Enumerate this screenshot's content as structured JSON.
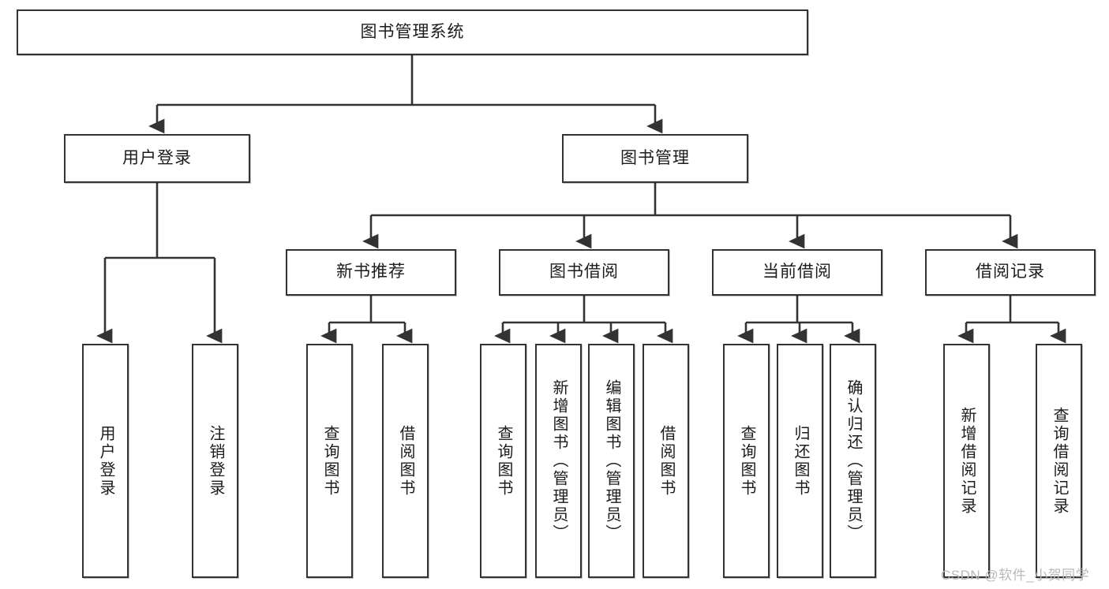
{
  "diagram": {
    "title": "图书管理系统",
    "type": "tree-hierarchy",
    "watermark": "CSDN @软件_小贺同学",
    "colors": {
      "box_border": "#333333",
      "box_fill": "#ffffff",
      "edge": "#333333",
      "text": "#1c1c1c",
      "watermark": "#b9b9b9"
    },
    "nodes": {
      "root": {
        "label": "图书管理系统"
      },
      "level2": [
        {
          "id": "user-login",
          "label": "用户登录"
        },
        {
          "id": "book-manage",
          "label": "图书管理"
        }
      ],
      "level3": [
        {
          "id": "new-book-rec",
          "label": "新书推荐"
        },
        {
          "id": "book-borrow",
          "label": "图书借阅"
        },
        {
          "id": "current-borrow",
          "label": "当前借阅"
        },
        {
          "id": "borrow-record",
          "label": "借阅记录"
        }
      ],
      "leaves": {
        "user_login": [
          {
            "id": "leaf-user-login",
            "label": "用户登录"
          },
          {
            "id": "leaf-logout-login",
            "label": "注销登录"
          }
        ],
        "new_book_rec": [
          {
            "id": "leaf-query-book-1",
            "label": "查询图书"
          },
          {
            "id": "leaf-borrow-book-1",
            "label": "借阅图书"
          }
        ],
        "book_borrow": [
          {
            "id": "leaf-query-book-2",
            "label": "查询图书"
          },
          {
            "id": "leaf-add-book",
            "label": "新增图书（管理员）"
          },
          {
            "id": "leaf-edit-book",
            "label": "编辑图书（管理员）"
          },
          {
            "id": "leaf-borrow-book-2",
            "label": "借阅图书"
          }
        ],
        "current_borrow": [
          {
            "id": "leaf-query-book-3",
            "label": "查询图书"
          },
          {
            "id": "leaf-return-book",
            "label": "归还图书"
          },
          {
            "id": "leaf-confirm-return",
            "label": "确认归还（管理员）"
          }
        ],
        "borrow_record": [
          {
            "id": "leaf-add-record",
            "label": "新增借阅记录"
          },
          {
            "id": "leaf-query-record",
            "label": "查询借阅记录"
          }
        ]
      }
    }
  }
}
